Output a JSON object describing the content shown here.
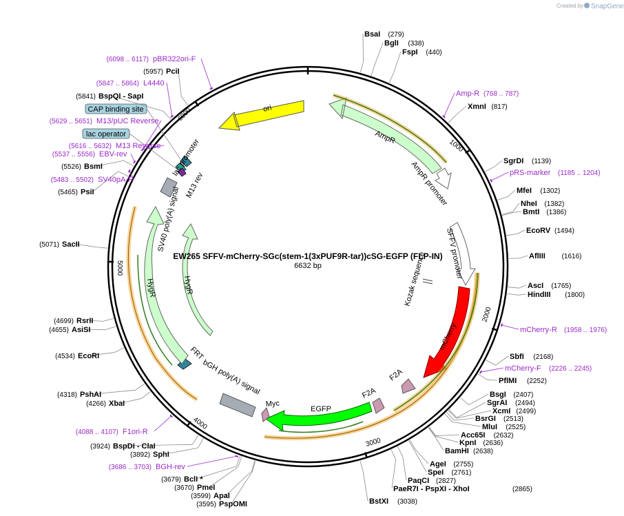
{
  "credit": {
    "prefix": "Created by",
    "brand": "SnapGene"
  },
  "plasmid": {
    "name": "EW265 SFFV-mCherry-SGc(stem-1(3xPUF9R-tar))cSG-EGFP (FLP-IN)",
    "size_label": "6632 bp",
    "length": 6632
  },
  "ticks": [
    {
      "bp": 1000,
      "label": "1000"
    },
    {
      "bp": 2000,
      "label": "2000"
    },
    {
      "bp": 3000,
      "label": "3000"
    },
    {
      "bp": 4000,
      "label": "4000"
    },
    {
      "bp": 5000,
      "label": "5000"
    },
    {
      "bp": 6000,
      "label": "6000"
    }
  ],
  "enzymes": [
    {
      "name": "BsaI",
      "pos": "(279)",
      "bp": 279
    },
    {
      "name": "BglI",
      "pos": "(338)",
      "bp": 338
    },
    {
      "name": "FspI",
      "pos": "(440)",
      "bp": 440
    },
    {
      "name": "XmnI",
      "pos": "(817)",
      "bp": 817
    },
    {
      "name": "SgrDI",
      "pos": "(1139)",
      "bp": 1139
    },
    {
      "name": "MfeI",
      "pos": "(1302)",
      "bp": 1302
    },
    {
      "name": "NheI",
      "pos": "(1382)",
      "bp": 1382
    },
    {
      "name": "BmtI",
      "pos": "(1386)",
      "bp": 1386
    },
    {
      "name": "EcoRV",
      "pos": "(1494)",
      "bp": 1494
    },
    {
      "name": "AflIII",
      "pos": "(1616)",
      "bp": 1616
    },
    {
      "name": "AscI",
      "pos": "(1765)",
      "bp": 1765
    },
    {
      "name": "HindIII",
      "pos": "(1800)",
      "bp": 1800
    },
    {
      "name": "SbfI",
      "pos": "(2168)",
      "bp": 2168
    },
    {
      "name": "PflMI",
      "pos": "(2252)",
      "bp": 2252
    },
    {
      "name": "BsgI",
      "pos": "(2407)",
      "bp": 2407
    },
    {
      "name": "SgrAI",
      "pos": "(2494)",
      "bp": 2494
    },
    {
      "name": "XcmI",
      "pos": "(2499)",
      "bp": 2499
    },
    {
      "name": "BsrGI",
      "pos": "(2513)",
      "bp": 2513
    },
    {
      "name": "MluI",
      "pos": "(2525)",
      "bp": 2525
    },
    {
      "name": "Acc65I",
      "pos": "(2632)",
      "bp": 2632
    },
    {
      "name": "KpnI",
      "pos": "(2636)",
      "bp": 2636
    },
    {
      "name": "BamHI",
      "pos": "(2638)",
      "bp": 2638
    },
    {
      "name": "AgeI",
      "pos": "(2755)",
      "bp": 2755
    },
    {
      "name": "SpeI",
      "pos": "(2761)",
      "bp": 2761
    },
    {
      "name": "PaqCI",
      "pos": "(2827)",
      "bp": 2827
    },
    {
      "name": "PaeR7I  -  PspXI  -  XhoI",
      "pos": "(2865)",
      "bp": 2865
    },
    {
      "name": "BstXI",
      "pos": "(3038)",
      "bp": 3038
    },
    {
      "name": "PspOMI",
      "pos": "(3595)",
      "bp": 3595
    },
    {
      "name": "ApaI",
      "pos": "(3599)",
      "bp": 3599
    },
    {
      "name": "PmeI",
      "pos": "(3670)",
      "bp": 3670
    },
    {
      "name": "BclI *",
      "pos": "(3679)",
      "bp": 3679
    },
    {
      "name": "SphI",
      "pos": "(3892)",
      "bp": 3892
    },
    {
      "name": "BspDI  -  ClaI",
      "pos": "(3924)",
      "bp": 3924
    },
    {
      "name": "XbaI",
      "pos": "(4266)",
      "bp": 4266
    },
    {
      "name": "PshAI",
      "pos": "(4318)",
      "bp": 4318
    },
    {
      "name": "EcoRI",
      "pos": "(4534)",
      "bp": 4534
    },
    {
      "name": "AsiSI",
      "pos": "(4655)",
      "bp": 4655
    },
    {
      "name": "RsrII",
      "pos": "(4699)",
      "bp": 4699
    },
    {
      "name": "SacII",
      "pos": "(5071)",
      "bp": 5071
    },
    {
      "name": "PsiI",
      "pos": "(5465)",
      "bp": 5465
    },
    {
      "name": "BsmI",
      "pos": "(5526)",
      "bp": 5526
    },
    {
      "name": "BspQI  -  SapI",
      "pos": "(5841)",
      "bp": 5841
    },
    {
      "name": "PciI",
      "pos": "(5957)",
      "bp": 5957
    }
  ],
  "primers": [
    {
      "name": "Amp-R",
      "pos": "(768 .. 787)",
      "bp": 778
    },
    {
      "name": "pRS-marker",
      "pos": "(1185 .. 1204)",
      "bp": 1195
    },
    {
      "name": "mCherry-R",
      "pos": "(1958 .. 1976)",
      "bp": 1967
    },
    {
      "name": "mCherry-F",
      "pos": "(2226 .. 2245)",
      "bp": 2236
    },
    {
      "name": "F1ori-R",
      "pos": "(4088 .. 4107)",
      "bp": 4098
    },
    {
      "name": "BGH-rev",
      "pos": "(3686 .. 3703)",
      "bp": 3695
    },
    {
      "name": "SV40pA-R",
      "pos": "(5483 .. 5502)",
      "bp": 5493
    },
    {
      "name": "EBV-rev",
      "pos": "(5537 .. 5556)",
      "bp": 5547
    },
    {
      "name": "M13 Reverse",
      "pos": "(5616 .. 5632)",
      "bp": 5624
    },
    {
      "name": "M13/pUC Reverse",
      "pos": "(5629 .. 5651)",
      "bp": 5640
    },
    {
      "name": "L4440",
      "pos": "(5847 .. 5864)",
      "bp": 5856
    },
    {
      "name": "pBR322ori-F",
      "pos": "(6098 .. 6117)",
      "bp": 6108
    }
  ],
  "boxed_labels": [
    {
      "name": "CAP binding site"
    },
    {
      "name": "lac operator"
    }
  ],
  "features": [
    {
      "name": "ori",
      "color": "#ffff00"
    },
    {
      "name": "AmpR",
      "color": "#ccffcc"
    },
    {
      "name": "AmpR promoter",
      "color": "#ffffff"
    },
    {
      "name": "SFFV promoter",
      "color": "#ffffff"
    },
    {
      "name": "Kozak sequence",
      "color": "#ffffff"
    },
    {
      "name": "mCherry",
      "color": "#ff0000"
    },
    {
      "name": "F2A",
      "color": "#cc99b2"
    },
    {
      "name": "F2A",
      "color": "#cc99b2"
    },
    {
      "name": "EGFP",
      "color": "#00ff00"
    },
    {
      "name": "Myc",
      "color": "#cc99b2"
    },
    {
      "name": "bGH poly(A) signal",
      "color": "#a6acb3"
    },
    {
      "name": "FRT",
      "color": "#31849b"
    },
    {
      "name": "HygR",
      "color": "#ccffcc"
    },
    {
      "name": "HygR",
      "color": "#ccffcc"
    },
    {
      "name": "SV40 poly(A) signal",
      "color": "#a6acb3"
    },
    {
      "name": "lac promoter",
      "color": "#ffffff"
    },
    {
      "name": "M13 rev",
      "color": "#ffffff"
    }
  ],
  "colors": {
    "primer": "#9a28c8",
    "orf": "#f5b041",
    "orf_line": "#2f7d1a",
    "backbone": "#000000"
  }
}
